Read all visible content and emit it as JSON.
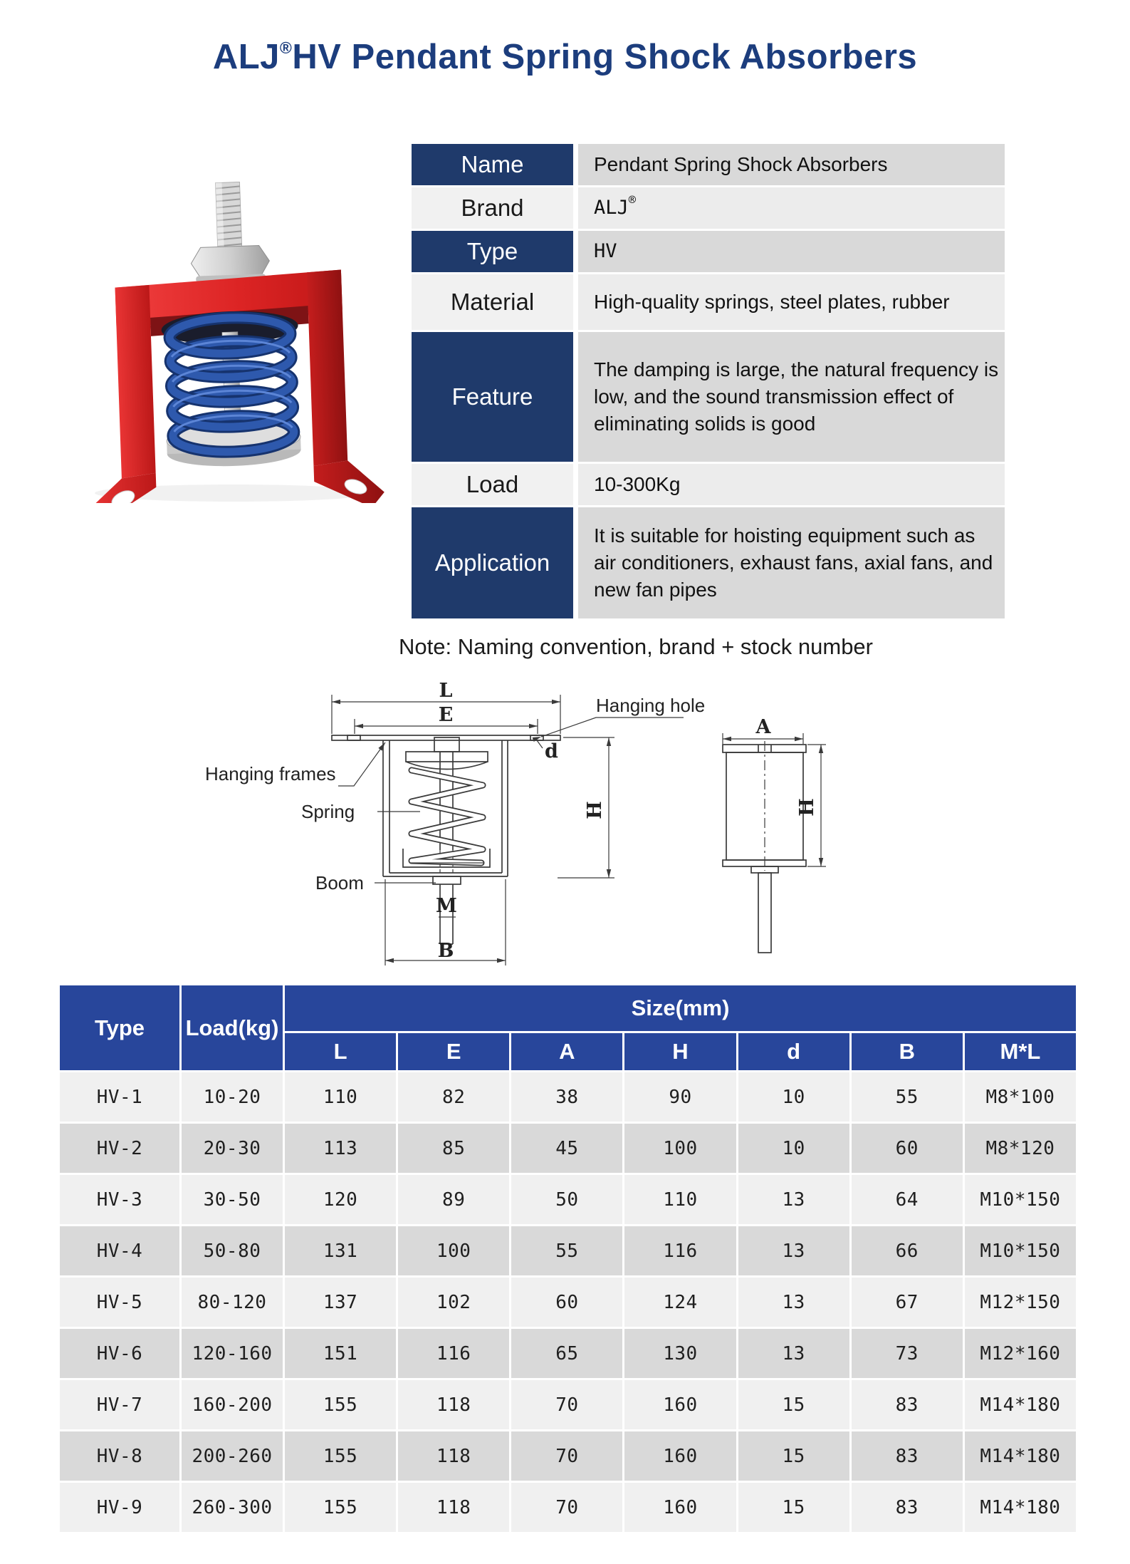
{
  "title": {
    "brand": "ALJ",
    "reg": "®",
    "rest": "HV Pendant Spring Shock Absorbers"
  },
  "spec_table": {
    "rows": [
      {
        "key": "name",
        "label": "Name",
        "value": "Pendant Spring Shock Absorbers",
        "accent": "blue"
      },
      {
        "key": "brand",
        "label": "Brand",
        "value": "ALJ",
        "value_sup": "®",
        "accent": "light"
      },
      {
        "key": "type",
        "label": "Type",
        "value": "HV",
        "accent": "blue"
      },
      {
        "key": "material",
        "label": "Material",
        "value": "High-quality springs, steel plates, rubber",
        "accent": "light"
      },
      {
        "key": "feature",
        "label": "Feature",
        "value": "The damping is large, the natural frequency is low, and the sound transmission effect of eliminating solids is good",
        "accent": "blue"
      },
      {
        "key": "load",
        "label": "Load",
        "value": "10-300Kg",
        "accent": "light"
      },
      {
        "key": "application",
        "label": "Application",
        "value": "It is suitable for hoisting equipment such as air conditioners, exhaust fans, axial fans, and new fan pipes",
        "accent": "blue"
      }
    ]
  },
  "note": "Note: Naming convention, brand + stock number",
  "diagram": {
    "callouts": {
      "hanging_hole": "Hanging hole",
      "hanging_frames": "Hanging frames",
      "spring": "Spring",
      "boom": "Boom"
    },
    "dims": {
      "L": "L",
      "E": "E",
      "A": "A",
      "H": "H",
      "d": "d",
      "B": "B",
      "M": "M"
    }
  },
  "size_table": {
    "col_type": "Type",
    "col_load": "Load(kg)",
    "col_size": "Size(mm)",
    "sub_headers": [
      "L",
      "E",
      "A",
      "H",
      "d",
      "B",
      "M*L"
    ],
    "rows": [
      {
        "type": "HV-1",
        "load": "10-20",
        "values": [
          "110",
          "82",
          "38",
          "90",
          "10",
          "55",
          "M8*100"
        ]
      },
      {
        "type": "HV-2",
        "load": "20-30",
        "values": [
          "113",
          "85",
          "45",
          "100",
          "10",
          "60",
          "M8*120"
        ]
      },
      {
        "type": "HV-3",
        "load": "30-50",
        "values": [
          "120",
          "89",
          "50",
          "110",
          "13",
          "64",
          "M10*150"
        ]
      },
      {
        "type": "HV-4",
        "load": "50-80",
        "values": [
          "131",
          "100",
          "55",
          "116",
          "13",
          "66",
          "M10*150"
        ]
      },
      {
        "type": "HV-5",
        "load": "80-120",
        "values": [
          "137",
          "102",
          "60",
          "124",
          "13",
          "67",
          "M12*150"
        ]
      },
      {
        "type": "HV-6",
        "load": "120-160",
        "values": [
          "151",
          "116",
          "65",
          "130",
          "13",
          "73",
          "M12*160"
        ]
      },
      {
        "type": "HV-7",
        "load": "160-200",
        "values": [
          "155",
          "118",
          "70",
          "160",
          "15",
          "83",
          "M14*180"
        ]
      },
      {
        "type": "HV-8",
        "load": "200-260",
        "values": [
          "155",
          "118",
          "70",
          "160",
          "15",
          "83",
          "M14*180"
        ]
      },
      {
        "type": "HV-9",
        "load": "260-300",
        "values": [
          "155",
          "118",
          "70",
          "160",
          "15",
          "83",
          "M14*180"
        ]
      }
    ]
  },
  "colors": {
    "title_blue": "#1c3d7d",
    "spec_label_navy": "#1f3a6b",
    "spec_label_light": "#f1f1f1",
    "spec_value_dark": "#d9d9d9",
    "spec_value_light": "#ececec",
    "size_header_blue": "#28469b",
    "row_light": "#f0f0f0",
    "row_dark": "#d9d9d9",
    "product_red": "#d92b2b",
    "spring_blue": "#2e59ad"
  }
}
